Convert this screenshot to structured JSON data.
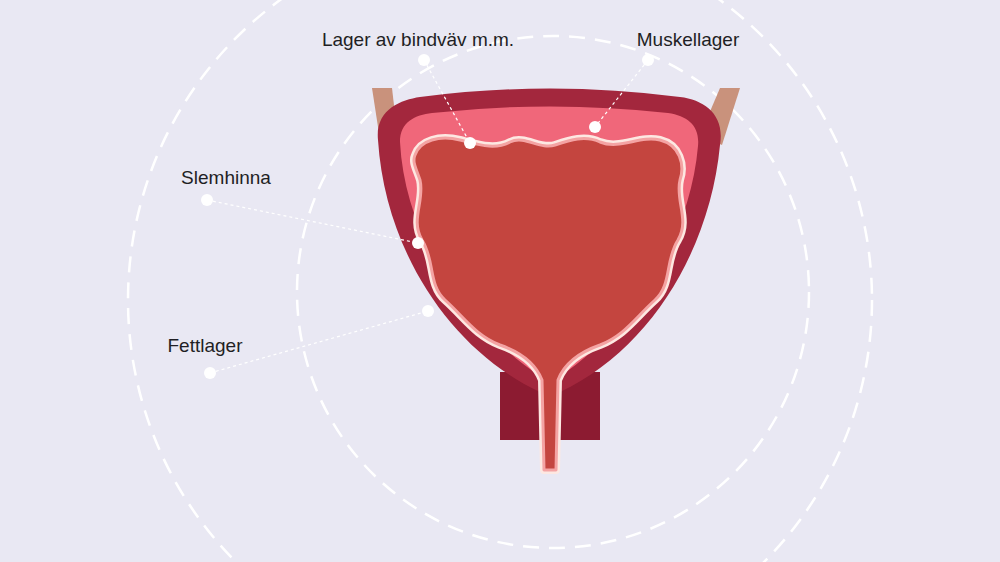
{
  "diagram": {
    "labels": [
      "Lager av bindväv m.m.",
      "Muskellager",
      "Slemhinna",
      "Fettlager"
    ]
  }
}
